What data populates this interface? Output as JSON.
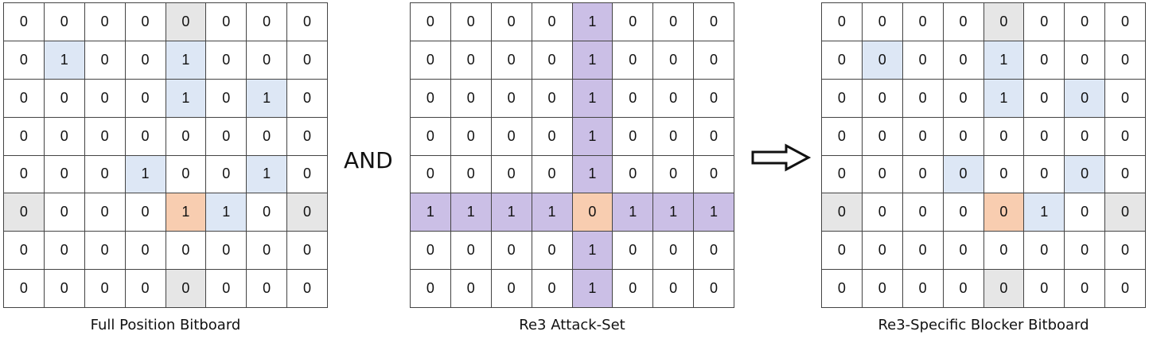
{
  "panels": [
    {
      "caption": "Full Position Bitboard",
      "cells": [
        [
          "0",
          "0",
          "0",
          "0",
          "0",
          "0",
          "0",
          "0"
        ],
        [
          "0",
          "1",
          "0",
          "0",
          "1",
          "0",
          "0",
          "0"
        ],
        [
          "0",
          "0",
          "0",
          "0",
          "1",
          "0",
          "1",
          "0"
        ],
        [
          "0",
          "0",
          "0",
          "0",
          "0",
          "0",
          "0",
          "0"
        ],
        [
          "0",
          "0",
          "0",
          "1",
          "0",
          "0",
          "1",
          "0"
        ],
        [
          "0",
          "0",
          "0",
          "0",
          "1",
          "1",
          "0",
          "0"
        ],
        [
          "0",
          "0",
          "0",
          "0",
          "0",
          "0",
          "0",
          "0"
        ],
        [
          "0",
          "0",
          "0",
          "0",
          "0",
          "0",
          "0",
          "0"
        ]
      ],
      "fills": [
        [
          "w",
          "w",
          "w",
          "w",
          "g",
          "w",
          "w",
          "w"
        ],
        [
          "w",
          "b",
          "w",
          "w",
          "b",
          "w",
          "w",
          "w"
        ],
        [
          "w",
          "w",
          "w",
          "w",
          "b",
          "w",
          "b",
          "w"
        ],
        [
          "w",
          "w",
          "w",
          "w",
          "w",
          "w",
          "w",
          "w"
        ],
        [
          "w",
          "w",
          "w",
          "b",
          "w",
          "w",
          "b",
          "w"
        ],
        [
          "g",
          "w",
          "w",
          "w",
          "o",
          "b",
          "w",
          "g"
        ],
        [
          "w",
          "w",
          "w",
          "w",
          "w",
          "w",
          "w",
          "w"
        ],
        [
          "w",
          "w",
          "w",
          "w",
          "g",
          "w",
          "w",
          "w"
        ]
      ]
    },
    {
      "caption": "Re3 Attack-Set",
      "cells": [
        [
          "0",
          "0",
          "0",
          "0",
          "1",
          "0",
          "0",
          "0"
        ],
        [
          "0",
          "0",
          "0",
          "0",
          "1",
          "0",
          "0",
          "0"
        ],
        [
          "0",
          "0",
          "0",
          "0",
          "1",
          "0",
          "0",
          "0"
        ],
        [
          "0",
          "0",
          "0",
          "0",
          "1",
          "0",
          "0",
          "0"
        ],
        [
          "0",
          "0",
          "0",
          "0",
          "1",
          "0",
          "0",
          "0"
        ],
        [
          "1",
          "1",
          "1",
          "1",
          "0",
          "1",
          "1",
          "1"
        ],
        [
          "0",
          "0",
          "0",
          "0",
          "1",
          "0",
          "0",
          "0"
        ],
        [
          "0",
          "0",
          "0",
          "0",
          "1",
          "0",
          "0",
          "0"
        ]
      ],
      "fills": [
        [
          "w",
          "w",
          "w",
          "w",
          "p",
          "w",
          "w",
          "w"
        ],
        [
          "w",
          "w",
          "w",
          "w",
          "p",
          "w",
          "w",
          "w"
        ],
        [
          "w",
          "w",
          "w",
          "w",
          "p",
          "w",
          "w",
          "w"
        ],
        [
          "w",
          "w",
          "w",
          "w",
          "p",
          "w",
          "w",
          "w"
        ],
        [
          "w",
          "w",
          "w",
          "w",
          "p",
          "w",
          "w",
          "w"
        ],
        [
          "p",
          "p",
          "p",
          "p",
          "o",
          "p",
          "p",
          "p"
        ],
        [
          "w",
          "w",
          "w",
          "w",
          "p",
          "w",
          "w",
          "w"
        ],
        [
          "w",
          "w",
          "w",
          "w",
          "p",
          "w",
          "w",
          "w"
        ]
      ]
    },
    {
      "caption": "Re3-Specific Blocker Bitboard",
      "cells": [
        [
          "0",
          "0",
          "0",
          "0",
          "0",
          "0",
          "0",
          "0"
        ],
        [
          "0",
          "0",
          "0",
          "0",
          "1",
          "0",
          "0",
          "0"
        ],
        [
          "0",
          "0",
          "0",
          "0",
          "1",
          "0",
          "0",
          "0"
        ],
        [
          "0",
          "0",
          "0",
          "0",
          "0",
          "0",
          "0",
          "0"
        ],
        [
          "0",
          "0",
          "0",
          "0",
          "0",
          "0",
          "0",
          "0"
        ],
        [
          "0",
          "0",
          "0",
          "0",
          "0",
          "1",
          "0",
          "0"
        ],
        [
          "0",
          "0",
          "0",
          "0",
          "0",
          "0",
          "0",
          "0"
        ],
        [
          "0",
          "0",
          "0",
          "0",
          "0",
          "0",
          "0",
          "0"
        ]
      ],
      "fills": [
        [
          "w",
          "w",
          "w",
          "w",
          "g",
          "w",
          "w",
          "w"
        ],
        [
          "w",
          "b",
          "w",
          "w",
          "b",
          "w",
          "w",
          "w"
        ],
        [
          "w",
          "w",
          "w",
          "w",
          "b",
          "w",
          "b",
          "w"
        ],
        [
          "w",
          "w",
          "w",
          "w",
          "w",
          "w",
          "w",
          "w"
        ],
        [
          "w",
          "w",
          "w",
          "b",
          "w",
          "w",
          "b",
          "w"
        ],
        [
          "g",
          "w",
          "w",
          "w",
          "o",
          "b",
          "w",
          "g"
        ],
        [
          "w",
          "w",
          "w",
          "w",
          "w",
          "w",
          "w",
          "w"
        ],
        [
          "w",
          "w",
          "w",
          "w",
          "g",
          "w",
          "w",
          "w"
        ]
      ]
    }
  ],
  "operator_label": "AND",
  "arrow_icon": "double-right-arrow-icon",
  "colors": {
    "w": "#ffffff",
    "g": "#e6e6e6",
    "b": "#dde7f5",
    "o": "#f8cdb0",
    "p": "#cbbfe6"
  }
}
